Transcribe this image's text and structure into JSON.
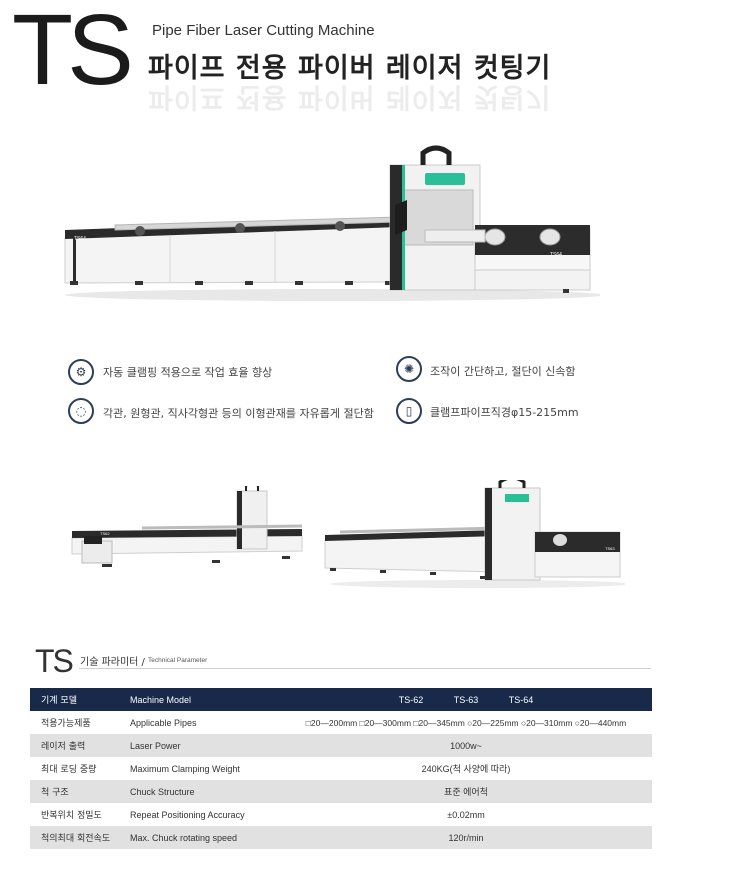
{
  "header": {
    "logo": "TS",
    "subtitle_en": "Pipe Fiber Laser Cutting Machine",
    "subtitle_ko": "파이프 전용 파이버 레이저 컷팅기"
  },
  "machine_labels": {
    "main_left": "TS64",
    "main_right": "TS64",
    "small_left": "TS62",
    "small_right": "TS63"
  },
  "features": [
    {
      "icon": "gears-icon",
      "text": "자동 클램핑 적용으로 작업 효율 향상"
    },
    {
      "icon": "dial-icon",
      "text": "조작이 간단하고, 절단이 신속함"
    },
    {
      "icon": "pipes-icon",
      "text": "각관, 원형관, 직사각형관 등의 이형관재를 자유롭게 절단함"
    },
    {
      "icon": "tube-icon",
      "text": "클램프파이프직경φ15-215mm"
    }
  ],
  "parameter_section": {
    "logo": "TS",
    "title_ko": "기술 파라미터 /",
    "title_en": "Technical Parameter"
  },
  "spec_table": {
    "header": {
      "ko": "기계 모델",
      "en": "Machine Model",
      "models": [
        "TS-62",
        "TS-63",
        "TS-64"
      ]
    },
    "rows": [
      {
        "ko": "적용가능제품",
        "en": "Applicable Pipes",
        "value": "□20—200mm □20—300mm □20—345mm  ○20—225mm ○20—310mm ○20—440mm"
      },
      {
        "ko": "레이저 출력",
        "en": "Laser Power",
        "value": "1000w~"
      },
      {
        "ko": "최대 로딩 중량",
        "en": "Maximum Clamping Weight",
        "value": "240KG(척 사양에 따라)"
      },
      {
        "ko": "척 구조",
        "en": "Chuck Structure",
        "value": "표준 에어척"
      },
      {
        "ko": "반복위치 정밀도",
        "en": "Repeat Positioning Accuracy",
        "value": "±0.02mm"
      },
      {
        "ko": "척의최대 회전속도",
        "en": "Max. Chuck rotating speed",
        "value": "120r/min"
      }
    ]
  },
  "colors": {
    "table_header_bg": "#19294a",
    "icon_stroke": "#2e3d58",
    "machine_accent": "#2bbf97"
  }
}
